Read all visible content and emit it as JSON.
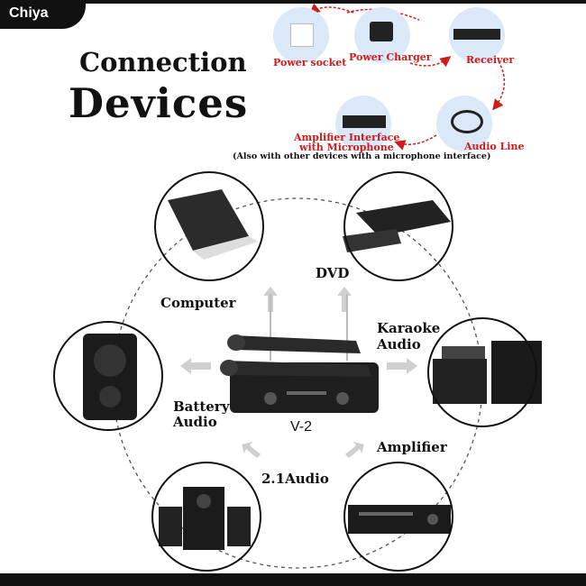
{
  "brand": {
    "name": "Chiya"
  },
  "title": {
    "line1": "Connection",
    "line2": "Devices"
  },
  "flow": {
    "power_socket": "Power socket",
    "power_charger": "Power Charger",
    "receiver": "Receiver",
    "audio_line": "Audio Line",
    "amplifier_interface_line1": "Amplifier Interface",
    "amplifier_interface_line2": "with Microphone",
    "note": "(Also with other devices with a microphone interface)"
  },
  "devices": {
    "computer": "Computer",
    "dvd": "DVD",
    "karaoke_line1": "Karaoke",
    "karaoke_line2": "Audio",
    "battery_line1": "Battery",
    "battery_line2": "Audio",
    "amplifier": "Amplifier",
    "audio21": "2.1Audio"
  },
  "product": {
    "model": "V-2"
  },
  "colors": {
    "flow_label": "#d11b1b",
    "node_bg": "#dbe8f7",
    "arrow": "#d11b1b"
  }
}
